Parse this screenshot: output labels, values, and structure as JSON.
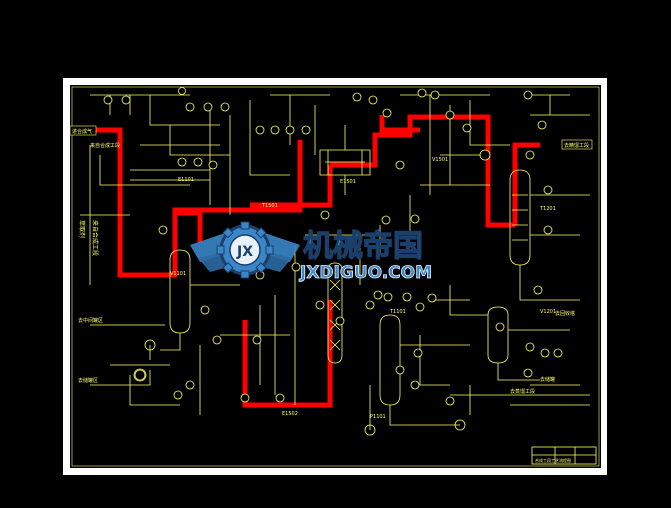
{
  "drawing": {
    "feed_label": "进合成气",
    "feed_sub": "来自合成工段",
    "vertical_left_a": "萃取剂",
    "vertical_left_b": "来自合成工段",
    "tag_v1101": "V1101",
    "tag_e1101": "E1101",
    "tag_t1501": "T1501",
    "tag_e1501": "E1501",
    "tag_v1501": "V1501",
    "tag_t1101": "T1101",
    "tag_p1101": "P1101",
    "tag_e1502": "E1502",
    "tag_v1201": "V1201",
    "tag_t1201": "T1201",
    "label_top_right": "去精馏工段",
    "label_right_mid": "去回收塔",
    "label_right_low": "去储罐",
    "label_left_mid": "去中间罐区",
    "label_left_low": "去储罐区",
    "label_bottom_right": "去蒸馏工段",
    "title_block": "合成工段工艺流程图"
  },
  "watermark": {
    "title": "机械帝国",
    "subtitle": "JXDIGUO.COM",
    "logo_letters": "JX"
  },
  "colors": {
    "background": "#000000",
    "frame": "#ffffff",
    "process_line": "#ff0000",
    "instrument_line": "#ffff66",
    "text": "#ffff66",
    "watermark_blue": "#3a86c8",
    "watermark_dark": "#1b3f6b"
  }
}
